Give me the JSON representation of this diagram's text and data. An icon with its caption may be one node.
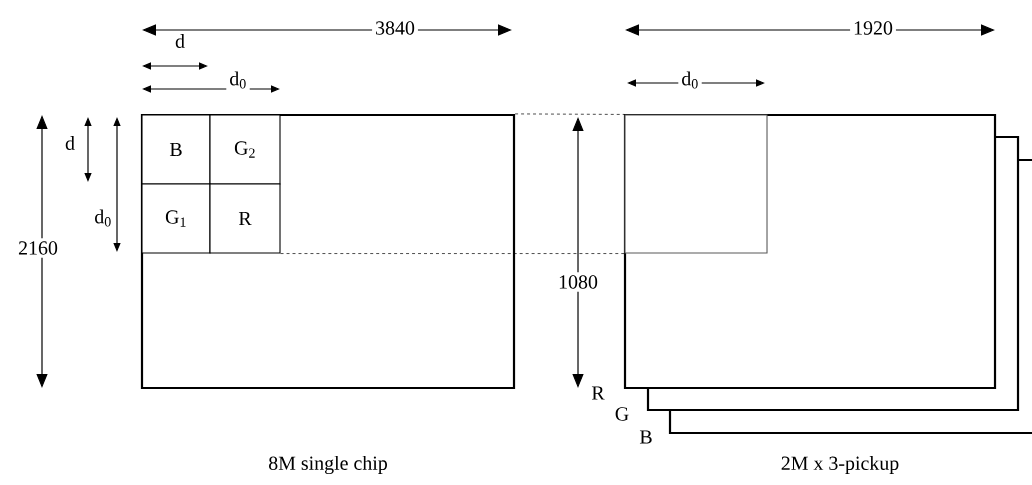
{
  "diagram": {
    "nodes": [
      {
        "text": [],
        "shape": "box"
      },
      {
        "text": [
          "B"
        ],
        "in": 0
      },
      {
        "text": [
          "G$_{2}$"
        ],
        "in": 0
      },
      {
        "text": [
          "G$_{1}$"
        ],
        "in": 0
      },
      {
        "text": [
          "R"
        ],
        "in": 0
      },
      {
        "text": [],
        "shape": "box",
        "beside": [
          "R"
        ]
      },
      {
        "text": [],
        "shape": "box",
        "in": 5
      },
      {
        "text": [],
        "shape": "box",
        "beside": [
          "G"
        ]
      },
      {
        "text": [],
        "shape": "box",
        "beside": [
          "B"
        ]
      }
    ],
    "edges": [
      {
        "from": 0,
        "to": 6,
        "arrow": "none",
        "style": "dashed"
      },
      {
        "from": 4,
        "to": 6,
        "arrow": "none",
        "style": "dashed"
      }
    ],
    "labels": [
      "3840",
      "1920",
      "d",
      "d$_{0}$",
      "d$_{0}$",
      "d",
      "d$_{0}$",
      "2160",
      "1080",
      "8M single chip",
      "2M x 3-pickup"
    ]
  }
}
